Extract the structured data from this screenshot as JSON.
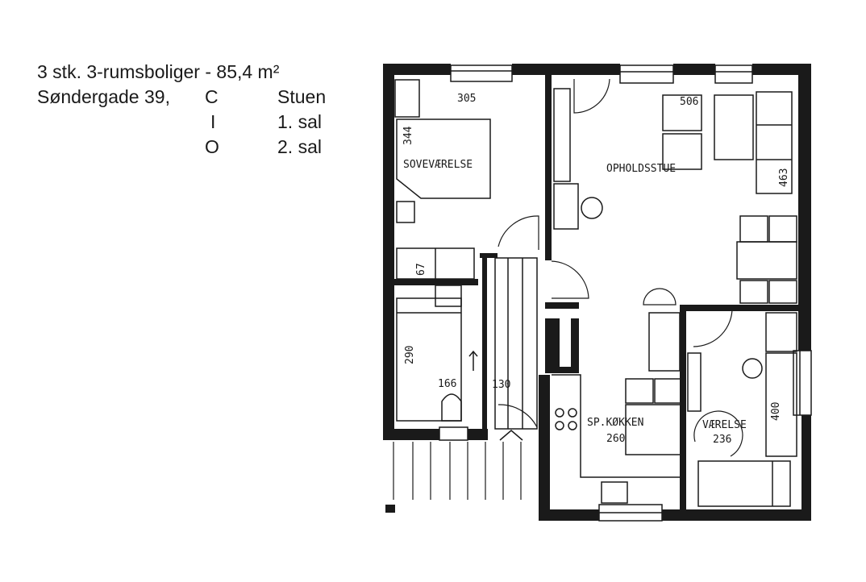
{
  "header": {
    "title": "3 stk. 3-rumsboliger - 85,4 m²",
    "address": "Søndergade 39,",
    "floors": [
      {
        "code": "C",
        "level": "Stuen"
      },
      {
        "code": "I",
        "level": "1. sal"
      },
      {
        "code": "O",
        "level": "2. sal"
      }
    ]
  },
  "rooms": {
    "sovevaerelse": "SOVEVÆRELSE",
    "opholdsstue": "OPHOLDSSTUE",
    "kokken": "SP.KØKKEN",
    "vaerelse": "VÆRELSE"
  },
  "dimensions": {
    "d305": "305",
    "d344": "344",
    "d506": "506",
    "d463": "463",
    "d67": "67",
    "d290": "290",
    "d166": "166",
    "d130": "130",
    "d260": "260",
    "d236": "236",
    "d400": "400"
  }
}
